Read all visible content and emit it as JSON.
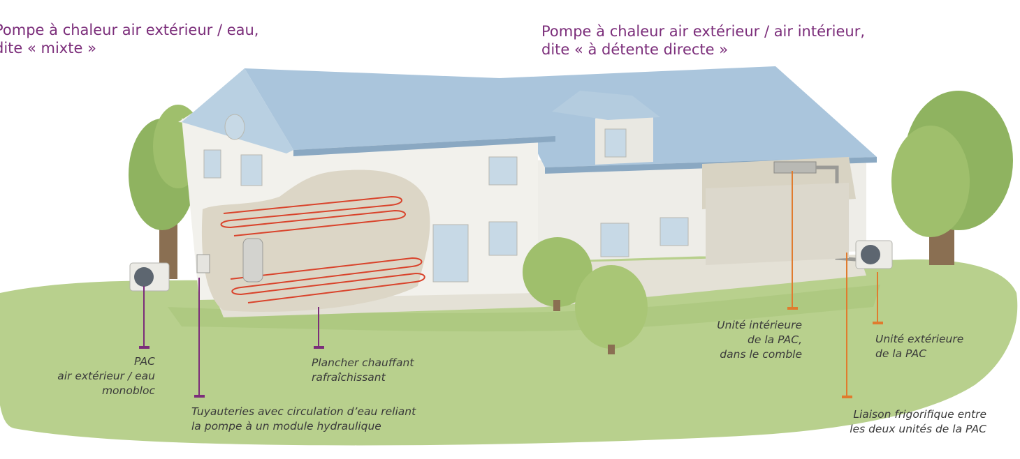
{
  "titles": {
    "left": {
      "line1": "Pompe à chaleur air extérieur / eau,",
      "line2": "dite « mixte »"
    },
    "right": {
      "line1": "Pompe à chaleur air extérieur / air intérieur,",
      "line2": "dite « à détente directe »"
    }
  },
  "callouts": {
    "pac_monobloc": {
      "line1": "PAC",
      "line2": "air extérieur / eau",
      "line3": "monobloc"
    },
    "plancher": {
      "line1": "Plancher chauffant",
      "line2": "rafraîchissant"
    },
    "tuyauteries": {
      "line1": "Tuyauteries avec circulation d’eau reliant",
      "line2": "la pompe à un module hydraulique"
    },
    "unite_interieure": {
      "line1": "Unité intérieure",
      "line2": "de la PAC,",
      "line3": "dans le comble"
    },
    "unite_exterieure": {
      "line1": "Unité extérieure",
      "line2": "de la PAC"
    },
    "liaison": {
      "line1": "Liaison frigorifique entre",
      "line2": "les deux unités de la PAC"
    }
  },
  "colors": {
    "title": "#7b2d7a",
    "leader_left": "#7b2d7a",
    "leader_right": "#e07b2e",
    "grass": "#b5cf8a",
    "roof": "#a9c4dc",
    "wall": "#ecebe6",
    "floor_pipe": "#d9432b"
  }
}
